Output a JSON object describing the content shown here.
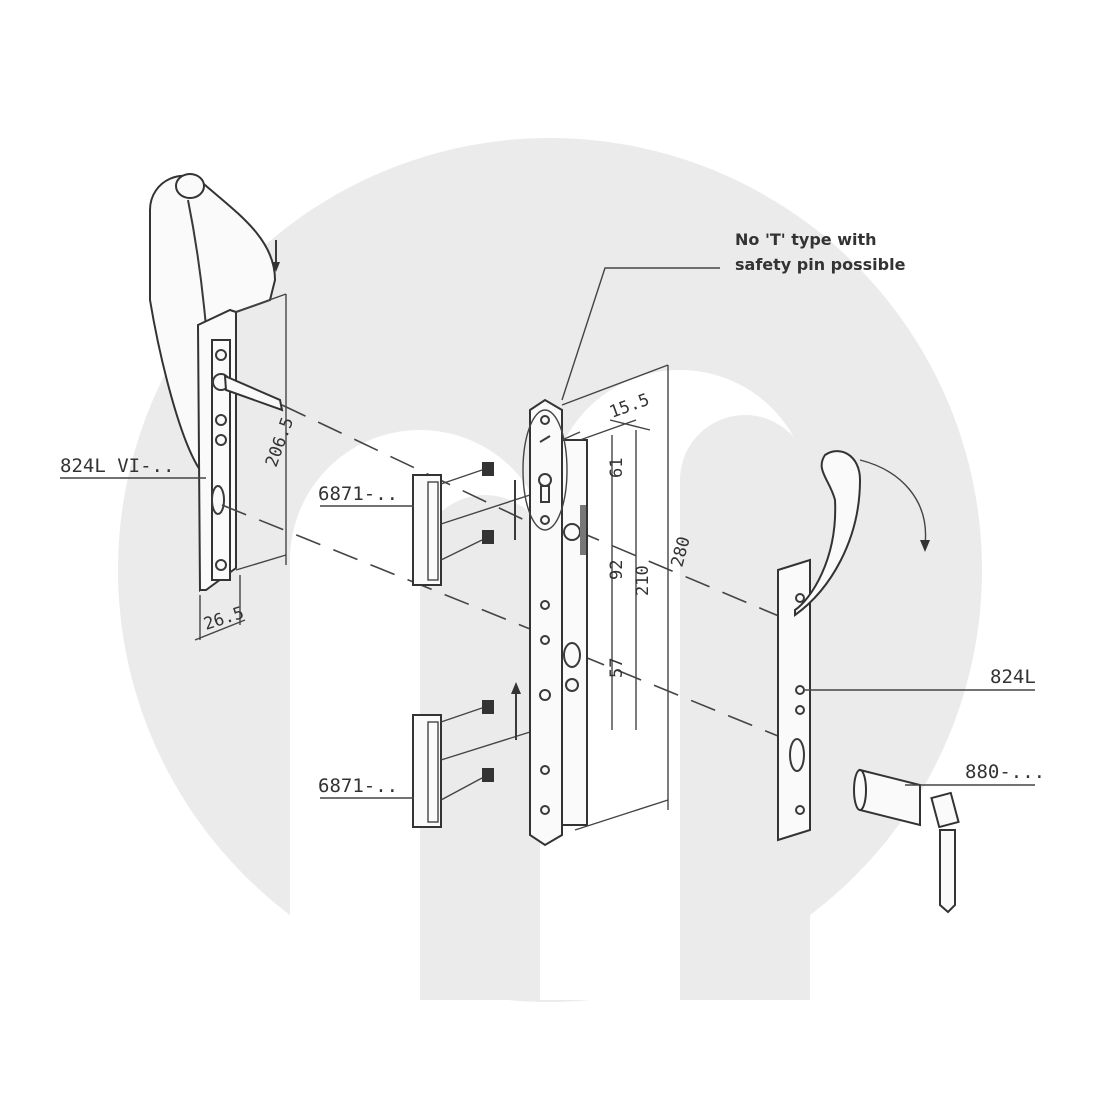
{
  "watermark": {
    "circle_color": "#ebebeb",
    "shape_color": "#ffffff"
  },
  "labels": {
    "handle_left": "824L VI-..",
    "keep_top": "6871-..",
    "keep_bottom": "6871-..",
    "handle_right": "824L",
    "cylinder": "880-...",
    "note_line1": "No 'T' type with",
    "note_line2": "safety pin possible"
  },
  "dimensions": {
    "handle_height": "206.5",
    "handle_width": "26.5",
    "backset": "15.5",
    "d61": "61",
    "d92": "92",
    "d210": "210",
    "d280": "280",
    "d57": "57"
  }
}
